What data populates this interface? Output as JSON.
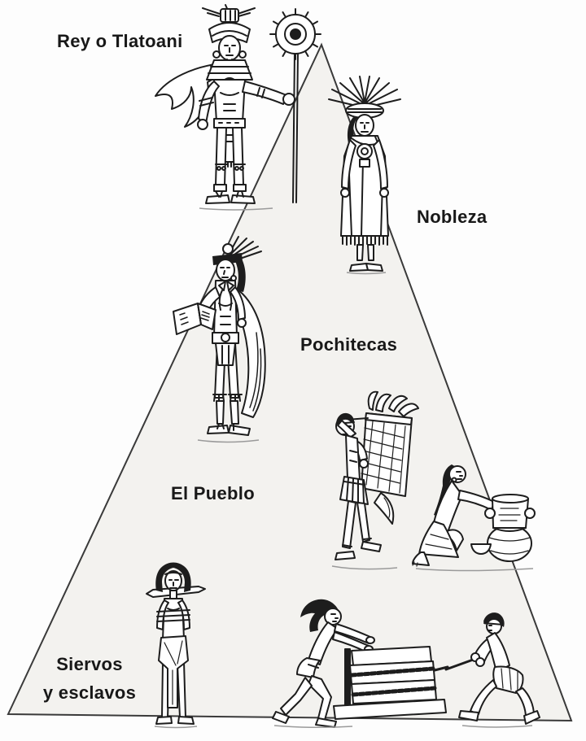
{
  "diagram_type": "social-hierarchy-pyramid",
  "colors": {
    "background": "#fdfdfd",
    "pyramid_fill": "#f3f2ef",
    "pyramid_outline": "#3a3a3a",
    "ink": "#1d1d1d",
    "text": "#181818"
  },
  "labels": {
    "rey": "Rey o Tlatoani",
    "nobleza": "Nobleza",
    "pochitecas": "Pochitecas",
    "el_pueblo": "El Pueblo",
    "siervos_line1": "Siervos",
    "siervos_line2": "y esclavos"
  },
  "levels": [
    {
      "rank": 1,
      "label": "Rey o Tlatoani",
      "figures": [
        "emperor-with-feather-staff-illustration"
      ]
    },
    {
      "rank": 2,
      "label": "Nobleza",
      "figures": [
        "noble-in-long-tunic-illustration"
      ]
    },
    {
      "rank": 3,
      "label": "Pochitecas",
      "figures": [
        "merchant-reading-codex-illustration"
      ]
    },
    {
      "rank": 4,
      "label": "El Pueblo",
      "figures": [
        "porter-carrying-basket-illustration",
        "potter-woman-with-jar-illustration"
      ]
    },
    {
      "rank": 5,
      "label": "Siervos y esclavos",
      "figures": [
        "bound-slave-with-yoke-illustration",
        "laborer-pushing-stone-block-illustration",
        "stone-block-on-sledge-illustration",
        "laborer-pulling-rope-illustration"
      ]
    }
  ]
}
